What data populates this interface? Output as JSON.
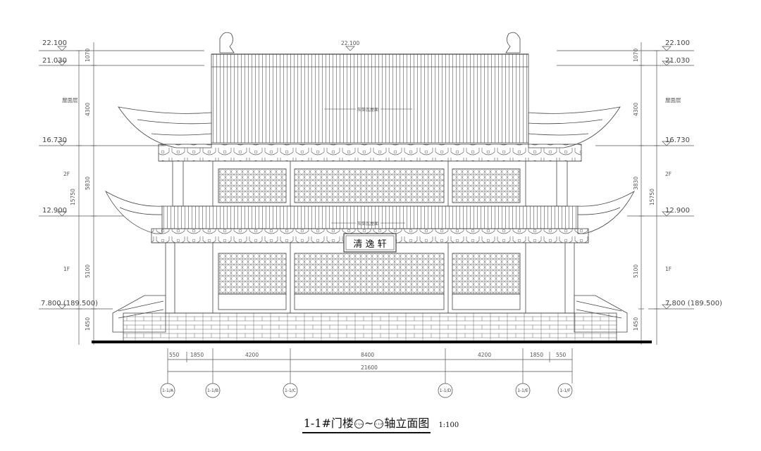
{
  "levels": {
    "ridge": "22.100",
    "eave_top": "21.030",
    "upper_eave": "16.730",
    "floor2": "12.900",
    "floor1": "7.800 (189.500)"
  },
  "left_vertical_dims": [
    "1070",
    "4300",
    "5830",
    "5100",
    "1450"
  ],
  "right_vertical_dims": [
    "1070",
    "4300",
    "3830",
    "5100",
    "1450"
  ],
  "overall_height": "15750",
  "floor_labels": {
    "roof": "屋面层",
    "second": "2F",
    "first": "1F"
  },
  "roof_note": "灰筒瓦屋面",
  "plaque": "清 逸 轩",
  "horizontal_dims": [
    "550",
    "1850",
    "4200",
    "8400",
    "4200",
    "1850",
    "550"
  ],
  "overall_width": "21600",
  "axes": [
    "1-1/A",
    "1-1/B",
    "1-1/C",
    "1-1/D",
    "1-1/E",
    "1-1/F"
  ],
  "title": {
    "prefix": "1-1#门楼",
    "axis_from": "1-1/A",
    "tilde": "~",
    "axis_to": "1-1/F",
    "suffix": "轴立面图",
    "scale": "1:100"
  }
}
